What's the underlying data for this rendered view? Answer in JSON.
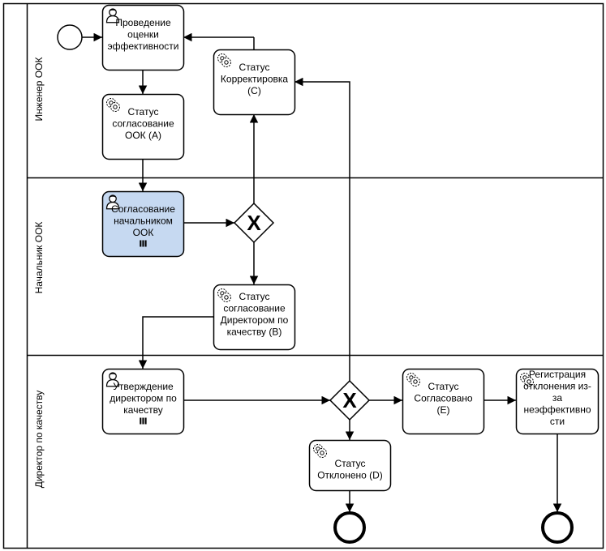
{
  "lanes": [
    {
      "label": "Инженер ООК"
    },
    {
      "label": "Начальник ООК"
    },
    {
      "label": "Директор по качеству"
    }
  ],
  "tasks": {
    "evaluation": {
      "lines": [
        "Проведение",
        "оценки",
        "эффективности"
      ],
      "kind": "user"
    },
    "status_a": {
      "lines": [
        "Статус",
        "согласование",
        "ООК (А)"
      ],
      "kind": "service"
    },
    "status_c": {
      "lines": [
        "Статус",
        "Корректировка",
        "(С)"
      ],
      "kind": "service"
    },
    "head_approval": {
      "lines": [
        "Согласование",
        "начальником",
        "ООК"
      ],
      "kind": "user",
      "marker": "Ⅲ",
      "highlight": "#c6d9f1"
    },
    "status_b": {
      "lines": [
        "Статус",
        "согласование",
        "Директором по",
        "качеству (В)"
      ],
      "kind": "service"
    },
    "director_approval": {
      "lines": [
        "Утверждение",
        "директором по",
        "качеству"
      ],
      "kind": "user",
      "marker": "Ⅲ"
    },
    "status_e": {
      "lines": [
        "Статус",
        "Согласовано",
        "(Е)"
      ],
      "kind": "service"
    },
    "deviation": {
      "lines": [
        "Регистрация",
        "отклонения из-",
        "за",
        "неэффективно",
        "сти"
      ],
      "kind": "service"
    },
    "status_d": {
      "lines": [
        "Статус",
        "Отклонено (D)"
      ],
      "kind": "service"
    }
  },
  "gateways": {
    "gw1": {
      "symbol": "X"
    },
    "gw2": {
      "symbol": "X"
    }
  },
  "colors": {
    "stroke": "#000000",
    "highlight": "#c6d9f1",
    "background": "#ffffff"
  }
}
